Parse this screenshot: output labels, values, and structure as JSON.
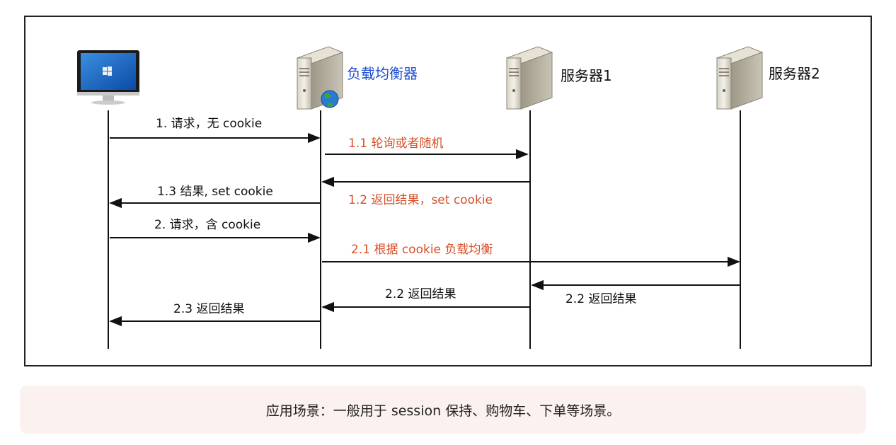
{
  "nodes": {
    "client": {
      "icon": "monitor-icon",
      "label": ""
    },
    "lb": {
      "icon": "server-globe-icon",
      "label": "负载均衡器"
    },
    "server1": {
      "icon": "server-icon",
      "label": "服务器1"
    },
    "server2": {
      "icon": "server-icon",
      "label": "服务器2"
    }
  },
  "messages": {
    "m1": "1. 请求，无 cookie",
    "m11": "1.1 轮询或者随机",
    "m12": "1.2 返回结果，set cookie",
    "m13": "1.3 结果, set cookie",
    "m2": "2. 请求，含 cookie",
    "m21": "2.1 根据 cookie 负载均衡",
    "m22a": "2.2 返回结果",
    "m22b": "2.2 返回结果",
    "m23": "2.3 返回结果"
  },
  "footer": {
    "text": "应用场景：一般用于 session 保持、购物车、下单等场景。"
  },
  "colors": {
    "black": "#111111",
    "orange": "#d5502a",
    "blue": "#1f4fd1",
    "footer_bg": "#fbf1ef"
  }
}
